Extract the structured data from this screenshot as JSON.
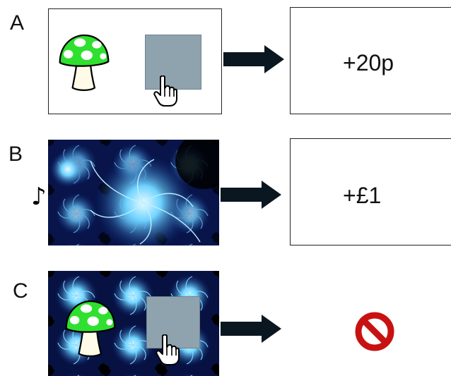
{
  "panels": [
    {
      "label": "A",
      "outcome": "+20p",
      "icons": [
        "mushroom-icon",
        "gray-square",
        "hand-cursor-icon",
        "right-arrow-icon"
      ]
    },
    {
      "label": "B",
      "outcome": "+£1",
      "icons": [
        "music-note-icon",
        "fractal-image",
        "right-arrow-icon"
      ]
    },
    {
      "label": "C",
      "outcome": "",
      "icons": [
        "mushroom-icon",
        "gray-square",
        "hand-cursor-icon",
        "fractal-image",
        "right-arrow-icon",
        "no-symbol-icon"
      ]
    }
  ],
  "music_note": "♪",
  "colors": {
    "square": "#8fa3ae",
    "arrow": "#0b1720",
    "mushroom_cap": "#2fe02f",
    "no_symbol": "#c81212",
    "fractal_dark": "#050a2a",
    "fractal_light": "#6fd3ff"
  }
}
